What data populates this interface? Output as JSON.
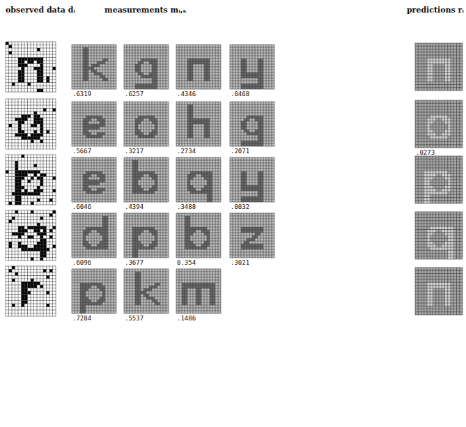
{
  "diagram": {
    "labels": [
      "observed data dᵢ",
      "measurements mᵢ,ₖ",
      "predictions rᵢ",
      ".6319",
      ".6257",
      ".4346",
      ".0468",
      ".5667",
      ".3217",
      ".2734",
      ".2071",
      ".0273",
      ".6046",
      ".4394",
      ".3488",
      ".0032",
      ".6096",
      ".3677",
      "0.354",
      ".3021",
      ".7284",
      ".5537",
      ".1486"
    ]
  }
}
